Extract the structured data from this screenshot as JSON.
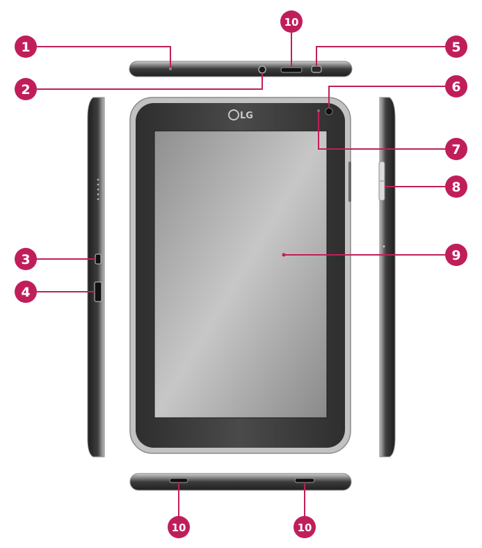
{
  "brand": {
    "logo_text": "LG"
  },
  "colors": {
    "callout": "#c01e5a",
    "callout_line": "#c01e5a",
    "device_dark": "#3a3a3a",
    "device_frame": "#bdbdbd",
    "screen": "#9c9c9c"
  },
  "callouts": [
    {
      "id": "c1",
      "label": "1"
    },
    {
      "id": "c2",
      "label": "2"
    },
    {
      "id": "c3",
      "label": "3"
    },
    {
      "id": "c4",
      "label": "4"
    },
    {
      "id": "c5",
      "label": "5"
    },
    {
      "id": "c6",
      "label": "6"
    },
    {
      "id": "c7",
      "label": "7"
    },
    {
      "id": "c8",
      "label": "8"
    },
    {
      "id": "c9",
      "label": "9"
    },
    {
      "id": "c10a",
      "label": "10"
    },
    {
      "id": "c10b",
      "label": "10"
    },
    {
      "id": "c10c",
      "label": "10"
    }
  ]
}
